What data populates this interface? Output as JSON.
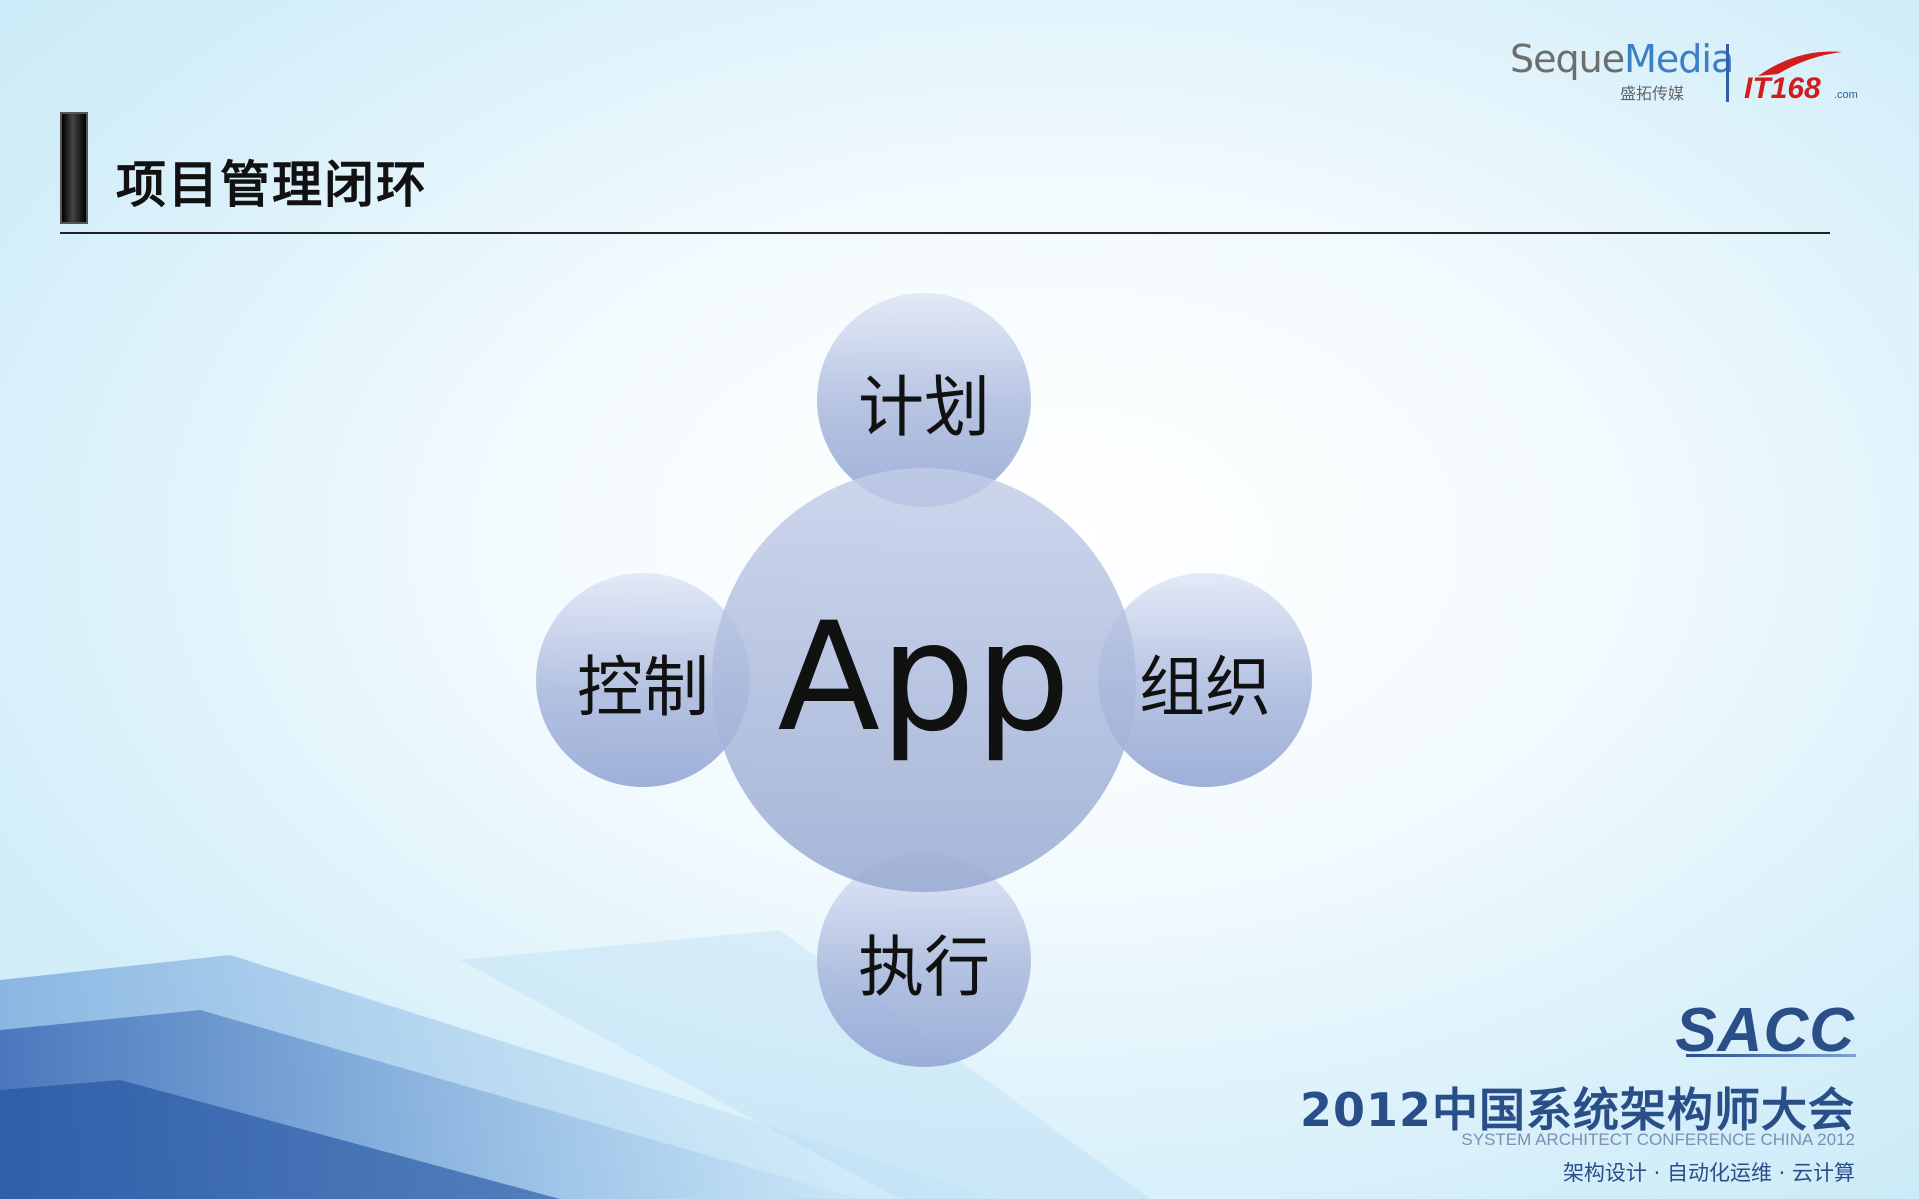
{
  "header": {
    "title": "项目管理闭环"
  },
  "logos": {
    "seque_main_a": "Seque",
    "seque_main_b": "Media",
    "seque_sub": "盛拓传媒",
    "it168": "IT168",
    "it168_suffix": ".com"
  },
  "diagram": {
    "center": "App",
    "nodes": [
      {
        "id": "top",
        "label": "计划"
      },
      {
        "id": "right",
        "label": "组织"
      },
      {
        "id": "bottom",
        "label": "执行"
      },
      {
        "id": "left",
        "label": "控制"
      }
    ]
  },
  "footer": {
    "brand": "SACC",
    "conference_title": "2012中国系统架构师大会",
    "conference_en": "SYSTEM ARCHITECT CONFERENCE CHINA 2012",
    "tagline": "架构设计 · 自动化运维 · 云计算"
  },
  "colors": {
    "circle_fill": "#9fb0d6",
    "brand_blue": "#2a4e88"
  }
}
